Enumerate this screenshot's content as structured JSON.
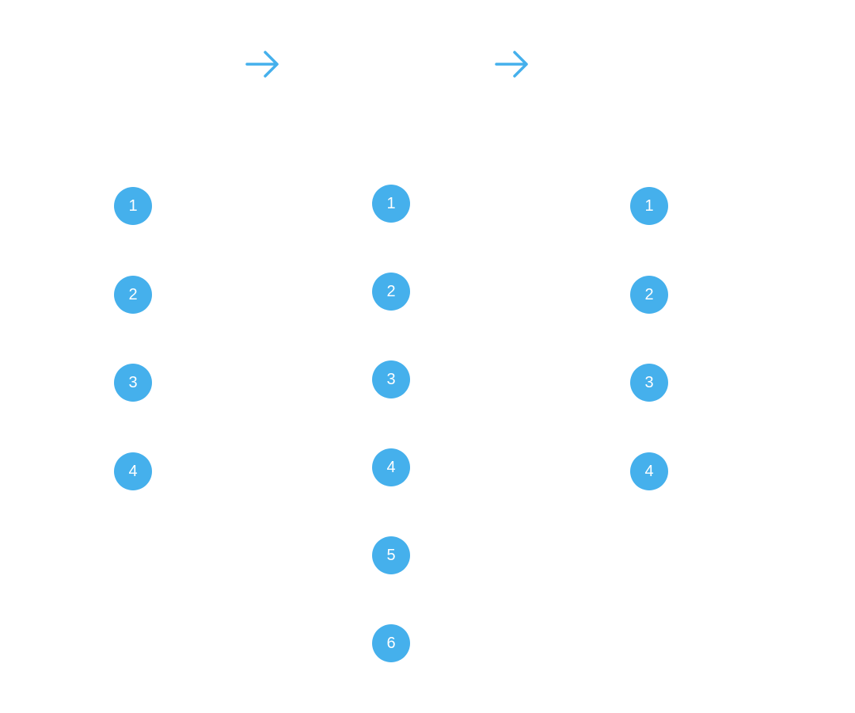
{
  "colors": {
    "accent": "#45B0EC",
    "node_text": "#FFFFFF",
    "background": "#FFFFFF"
  },
  "arrows": [
    {
      "icon": "arrow-right-icon"
    },
    {
      "icon": "arrow-right-icon"
    }
  ],
  "columns": [
    {
      "nodes": [
        "1",
        "2",
        "3",
        "4"
      ]
    },
    {
      "nodes": [
        "1",
        "2",
        "3",
        "4",
        "5",
        "6"
      ]
    },
    {
      "nodes": [
        "1",
        "2",
        "3",
        "4"
      ]
    }
  ]
}
